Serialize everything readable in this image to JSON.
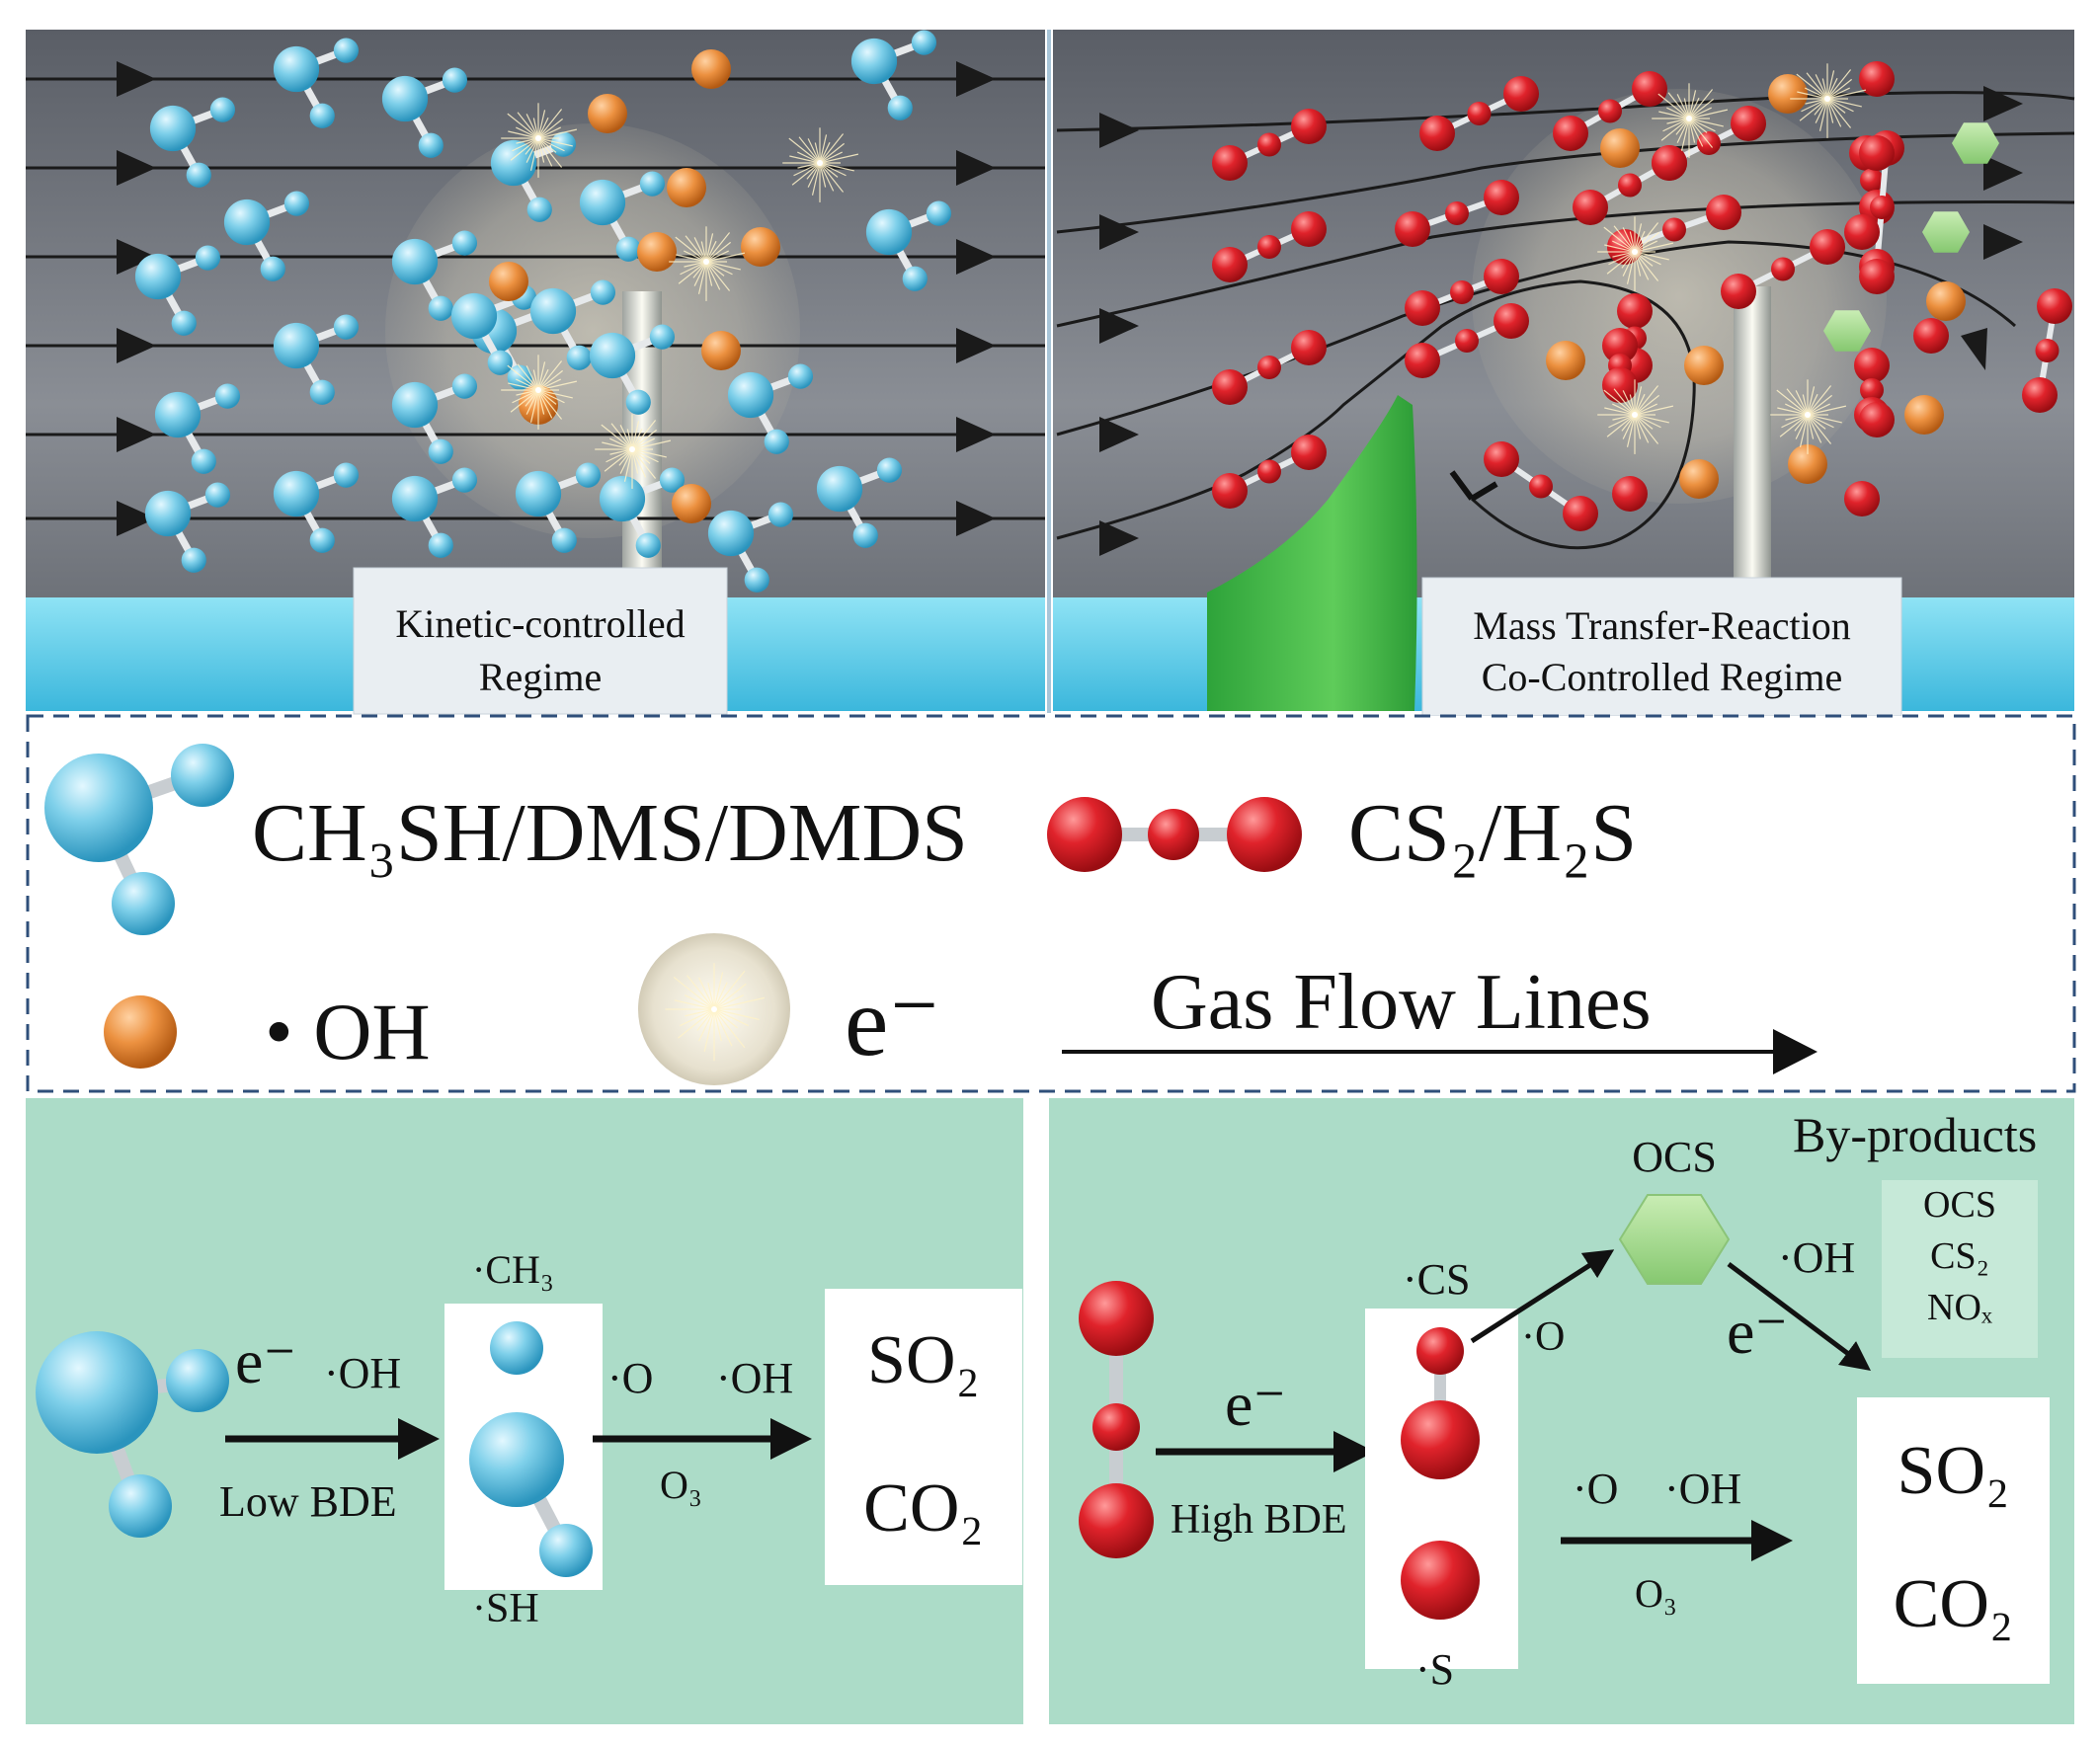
{
  "top_panels": {
    "left_label_line1": "Kinetic-controlled",
    "left_label_line2": "Regime",
    "right_label_line1": "Mass Transfer-Reaction",
    "right_label_line2": "Co-Controlled Regime"
  },
  "legend": {
    "vsc_label": "CH₃SH/DMS/DMDS",
    "cs2_label": "CS₂/H₂S",
    "oh_label": "• OH",
    "electron_label": "e⁻",
    "flow_label": "Gas Flow Lines"
  },
  "bottom_left": {
    "arrow1_top_e": "e⁻",
    "arrow1_top_oh": "·OH",
    "arrow1_bottom": "Low BDE",
    "frag_top": "·CH₃",
    "frag_bottom": "·SH",
    "arrow2_top_o": "·O",
    "arrow2_top_oh": "·OH",
    "arrow2_bottom": "O₃",
    "product1": "SO₂",
    "product2": "CO₂"
  },
  "bottom_right": {
    "arrow1_top": "e⁻",
    "arrow1_bottom": "High BDE",
    "frag_top": "·CS",
    "frag_bottom": "·S",
    "to_ocs_label": "·O",
    "ocs_label": "OCS",
    "ocs_oh_label": "·OH",
    "ocs_e_label": "e⁻",
    "byproducts_title": "By-products",
    "byproducts": [
      "OCS",
      "CS₂",
      "NOₓ"
    ],
    "arrow2_top_o": "·O",
    "arrow2_top_oh": "·OH",
    "arrow2_bottom": "O₃",
    "product1": "SO₂",
    "product2": "CO₂"
  },
  "colors": {
    "panel_bg": "#6b6f78",
    "bottom_bg": "#acdcc8",
    "vsc_blue": "#7fd0ea",
    "cs2_red": "#e0232b",
    "oh_orange": "#ec9140",
    "green_hex": "#a6d98c",
    "electrode_green": "#3fb64a",
    "water_blue": "#6ed4ee"
  }
}
